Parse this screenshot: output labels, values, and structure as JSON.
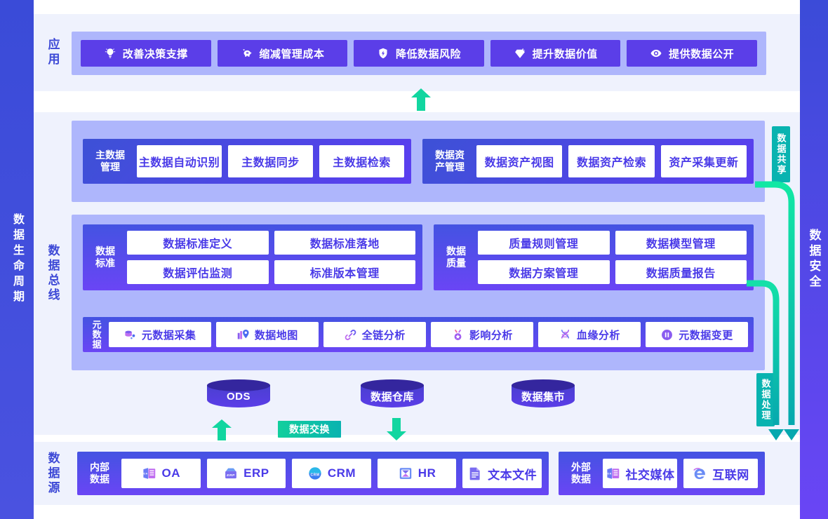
{
  "rails": {
    "left_lifecycle": "数据生命周期",
    "right_security": "数据安全"
  },
  "categories": {
    "application": "应用",
    "data_bus": "数据总线",
    "data_source": "数据源"
  },
  "application": {
    "items": [
      {
        "label": "改善决策支撑",
        "icon": "lightbulb-icon"
      },
      {
        "label": "缩减管理成本",
        "icon": "piggy-bank-icon"
      },
      {
        "label": "降低数据风险",
        "icon": "shield-bolt-icon"
      },
      {
        "label": "提升数据价值",
        "icon": "diamond-icon"
      },
      {
        "label": "提供数据公开",
        "icon": "eye-icon"
      }
    ]
  },
  "master_data": {
    "tag": "主数据\n管理",
    "cards": [
      "主数据自动识别",
      "主数据同步",
      "主数据检索"
    ]
  },
  "data_asset": {
    "tag": "数据资\n产管理",
    "cards": [
      "数据资产视图",
      "数据资产检索",
      "资产采集更新"
    ]
  },
  "data_standard": {
    "tag": "数据\n标准",
    "cards": [
      "数据标准定义",
      "数据标准落地",
      "数据评估监测",
      "标准版本管理"
    ]
  },
  "data_quality": {
    "tag": "数据\n质量",
    "cards": [
      "质量规则管理",
      "数据模型管理",
      "数据方案管理",
      "数据质量报告"
    ]
  },
  "metadata": {
    "tag": "元数据",
    "cards": [
      {
        "label": "元数据采集",
        "icon": "database-cluster-icon"
      },
      {
        "label": "数据地图",
        "icon": "map-pin-icon"
      },
      {
        "label": "全链分析",
        "icon": "chain-link-icon"
      },
      {
        "label": "影响分析",
        "icon": "medal-icon"
      },
      {
        "label": "血缘分析",
        "icon": "dna-icon"
      },
      {
        "label": "元数据变更",
        "icon": "pause-circle-icon"
      }
    ]
  },
  "storage": {
    "cylinders": [
      "ODS",
      "数据仓库",
      "数据集市"
    ]
  },
  "exchange": {
    "badge": "数据交换"
  },
  "side_tabs": {
    "share": "数据共享",
    "process": "数据处理"
  },
  "internal_source": {
    "tag": "内部\n数据",
    "cards": [
      {
        "label": "OA",
        "icon": "oa-doc-icon"
      },
      {
        "label": "ERP",
        "icon": "erp-box-icon"
      },
      {
        "label": "CRM",
        "icon": "crm-circle-icon"
      },
      {
        "label": "HR",
        "icon": "hr-badge-icon"
      },
      {
        "label": "文本文件",
        "icon": "text-file-icon"
      }
    ]
  },
  "external_source": {
    "tag": "外部\n数据",
    "cards": [
      {
        "label": "社交媒体",
        "icon": "oa-doc-icon"
      },
      {
        "label": "互联网",
        "icon": "internet-e-icon"
      }
    ]
  },
  "colors": {
    "accent_purple": "#5b3ee8",
    "panel_light": "#aeb6fc",
    "section_bg": "#eff2fd",
    "rail_blue": "#3f51d9",
    "teal": "#09b3b0",
    "teal_light": "#12e0a0",
    "cylinder_top": "#34269e"
  }
}
